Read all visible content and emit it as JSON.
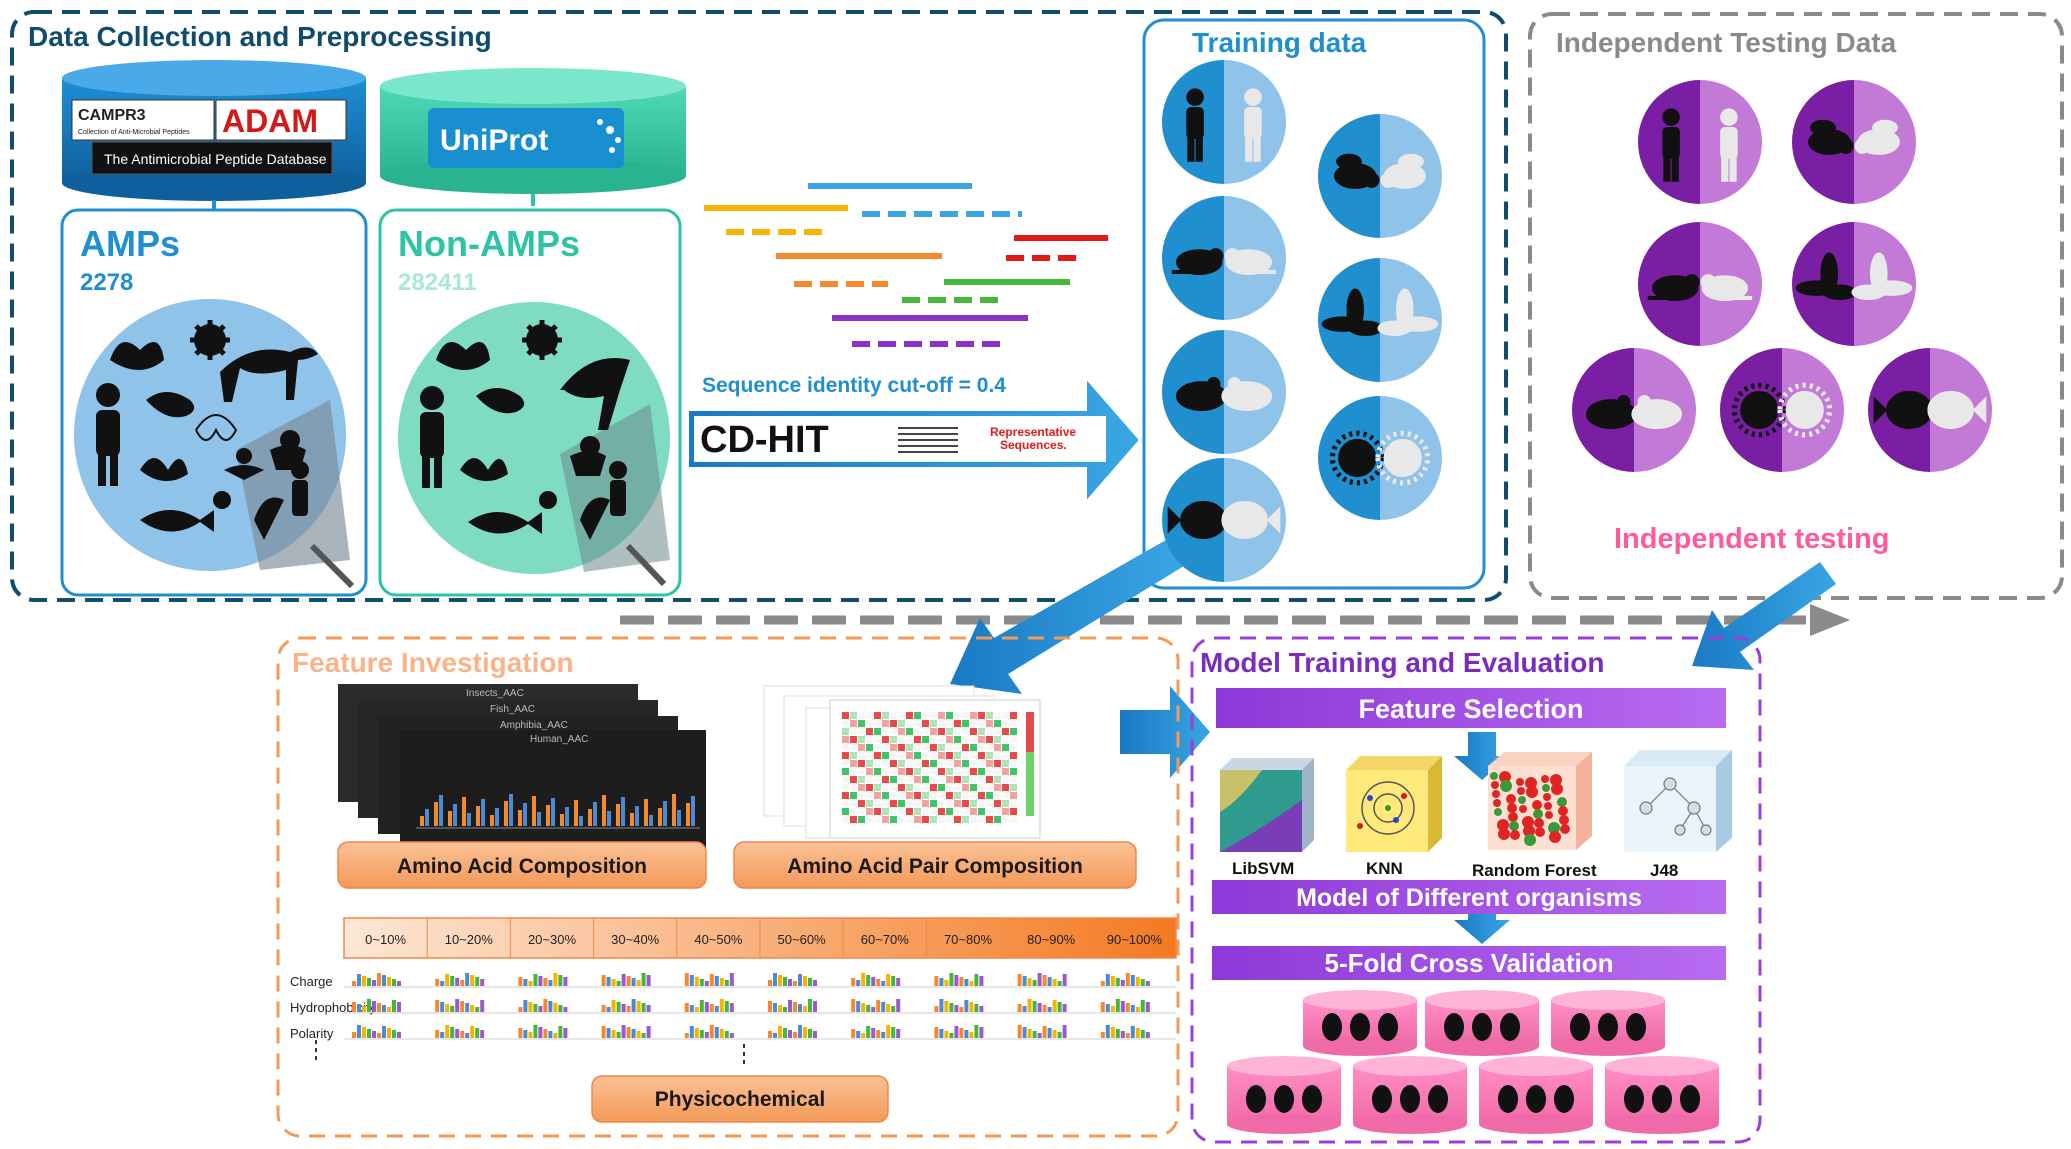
{
  "sections": {
    "data_collection": "Data Collection and Preprocessing",
    "training": "Training data",
    "independent": "Independent Testing Data",
    "feature": "Feature Investigation",
    "model": "Model Training and Evaluation"
  },
  "databases": {
    "camp_line1": "CAMPR3",
    "camp_line2": "Collection of Anti-Microbial Peptides",
    "adam": "ADAM",
    "apd": "The Antimicrobial Peptide Database",
    "uniprot": "UniProt"
  },
  "amps": {
    "label": "AMPs",
    "count": "2278"
  },
  "non_amps": {
    "label": "Non-AMPs",
    "count": "282411"
  },
  "cdhit": {
    "cutoff": "Sequence identity cut-off = 0.4",
    "label": "CD-HIT",
    "rep_line1": "Representative",
    "rep_line2": "Sequences."
  },
  "independent_testing": "Independent testing",
  "features": {
    "aac": "Amino Acid Composition",
    "apc": "Amino Acid Pair Composition",
    "physico": "Physicochemical",
    "chart_titles": [
      "Insects_AAC",
      "Fish_AAC",
      "Amphibia_AAC",
      "Human_AAC"
    ],
    "ranges": [
      "0~10%",
      "10~20%",
      "20~30%",
      "30~40%",
      "40~50%",
      "50~60%",
      "60~70%",
      "70~80%",
      "80~90%",
      "90~100%"
    ],
    "properties": [
      "Charge",
      "Hydrophobicity",
      "Polarity"
    ]
  },
  "model": {
    "feature_selection": "Feature Selection",
    "classifiers": [
      "LibSVM",
      "KNN",
      "Random Forest",
      "J48"
    ],
    "different_organisms": "Model of Different organisms",
    "cross_validation": "5-Fold Cross Validation"
  },
  "colors": {
    "navy": "#0f4c6e",
    "blue": "#1f8fd0",
    "teal": "#2fc3a5",
    "gray": "#8a8a8a",
    "orange": "#f39a58",
    "purple": "#9b3fd6",
    "pink": "#f06aa8",
    "magenta_title": "#ff5a9e"
  }
}
